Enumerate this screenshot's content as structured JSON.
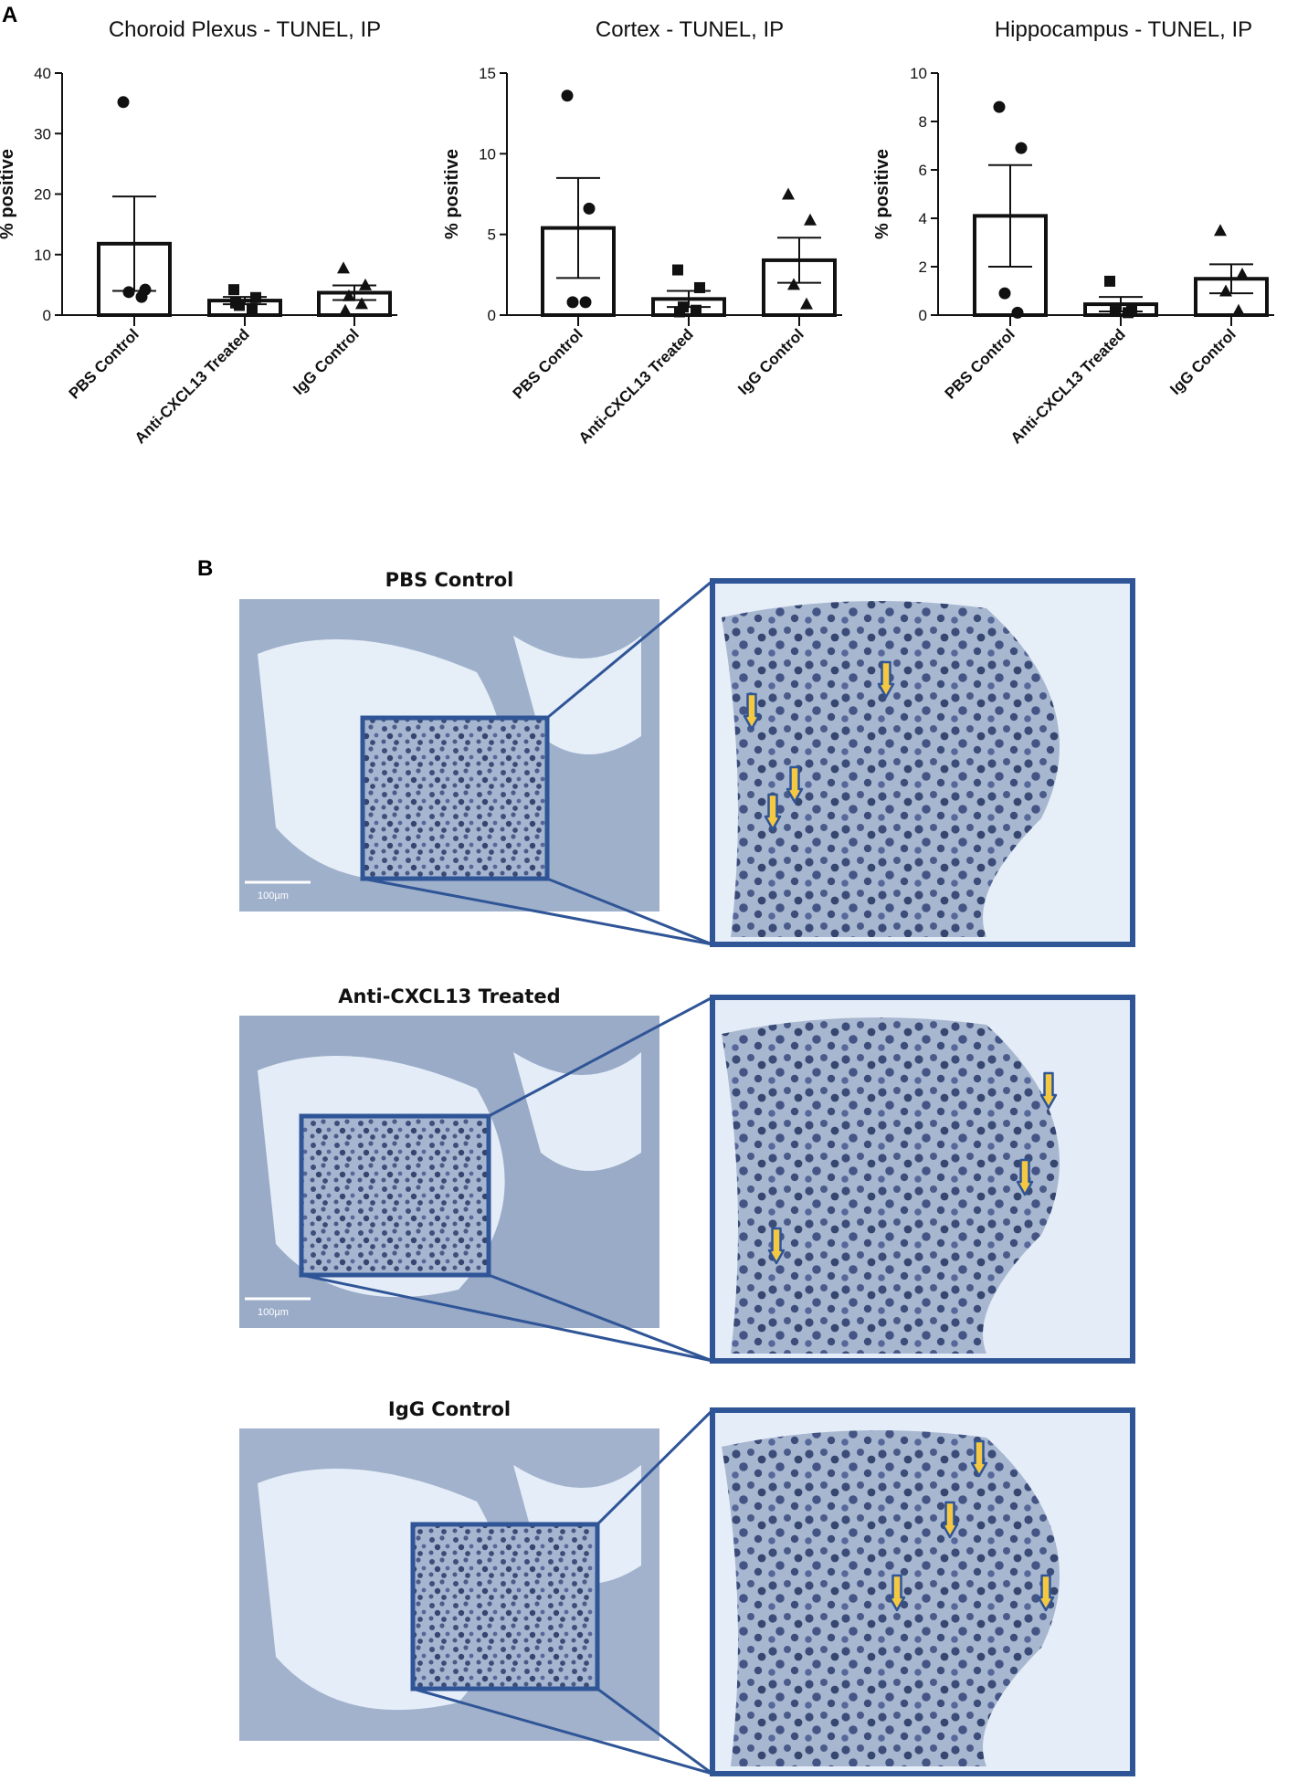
{
  "panel_labels": {
    "a": "A",
    "b": "B"
  },
  "chart_data": [
    {
      "type": "bar",
      "title": "Choroid Plexus - TUNEL, IP",
      "ylabel": "% positive",
      "xlabel": "",
      "categories": [
        "PBS Control",
        "Anti-CXCL13 Treated",
        "IgG Control"
      ],
      "ylim": [
        0,
        40
      ],
      "yticks": [
        0,
        10,
        20,
        30,
        40
      ],
      "means": [
        11.8,
        2.4,
        3.7
      ],
      "sem": [
        7.8,
        0.6,
        1.2
      ],
      "points": [
        [
          35.2,
          4.2,
          3.8,
          3.0
        ],
        [
          4.2,
          2.9,
          1.6,
          1.1,
          2.0
        ],
        [
          7.8,
          5.0,
          3.2,
          1.9,
          0.8
        ]
      ],
      "markers": [
        "circle",
        "square",
        "triangle"
      ],
      "grid": false
    },
    {
      "type": "bar",
      "title": "Cortex - TUNEL, IP",
      "ylabel": "% positive",
      "xlabel": "",
      "categories": [
        "PBS Control",
        "Anti-CXCL13 Treated",
        "IgG Control"
      ],
      "ylim": [
        0,
        15
      ],
      "yticks": [
        0,
        5,
        10,
        15
      ],
      "means": [
        5.4,
        1.0,
        3.4
      ],
      "sem": [
        3.1,
        0.5,
        1.4
      ],
      "points": [
        [
          13.6,
          6.6,
          0.8,
          0.8
        ],
        [
          2.8,
          1.7,
          0.5,
          0.3,
          0.2
        ],
        [
          7.5,
          5.9,
          1.9,
          0.7
        ]
      ],
      "markers": [
        "circle",
        "square",
        "triangle"
      ],
      "grid": false
    },
    {
      "type": "bar",
      "title": "Hippocampus - TUNEL, IP",
      "ylabel": "% positive",
      "xlabel": "",
      "categories": [
        "PBS Control",
        "Anti-CXCL13 Treated",
        "IgG Control"
      ],
      "ylim": [
        0,
        10
      ],
      "yticks": [
        0,
        2,
        4,
        6,
        8,
        10
      ],
      "means": [
        4.1,
        0.45,
        1.5
      ],
      "sem": [
        2.1,
        0.3,
        0.6
      ],
      "points": [
        [
          8.6,
          6.9,
          0.9,
          0.1
        ],
        [
          1.4,
          0.25,
          0.15,
          0.1
        ],
        [
          3.5,
          1.7,
          1.0,
          0.2
        ]
      ],
      "markers": [
        "circle",
        "square",
        "triangle"
      ],
      "grid": false
    }
  ],
  "micrographs": [
    {
      "title": "PBS Control",
      "scale_label": "100µm",
      "tissue_color": "#9fb0cb",
      "fluid_color": "#e6eef8"
    },
    {
      "title": "Anti-CXCL13 Treated",
      "scale_label": "100µm",
      "tissue_color": "#9aabc7",
      "fluid_color": "#e4ecf7"
    },
    {
      "title": "IgG Control",
      "scale_label": "",
      "tissue_color": "#a2b2cc",
      "fluid_color": "#e5edf8"
    }
  ],
  "colors": {
    "frame": "#2f5597",
    "arrow_fill": "#f5c842",
    "arrow_stroke": "#2f5597",
    "bar_stroke": "#111111"
  }
}
